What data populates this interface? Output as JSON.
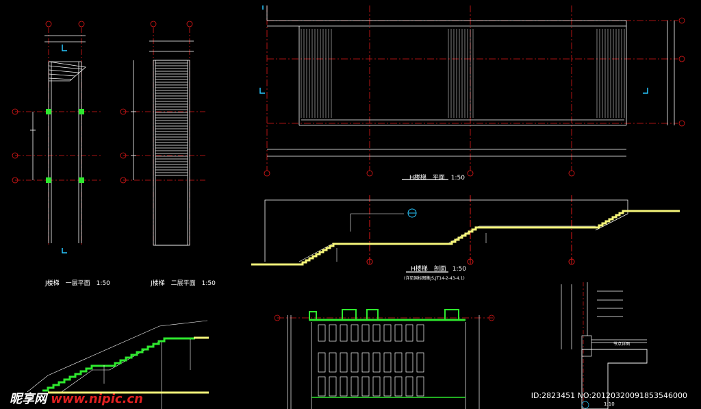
{
  "labels": {
    "plan_j1": "J楼梯　一层平面　1:50",
    "plan_j2": "J楼梯　二层平面　1:50",
    "plan_h": "H楼梯　平面　1:50",
    "section_h": "H楼梯　剖面　1:50",
    "section_note": "(详见国标图集JS,JT14-2-43-4.1)",
    "detail_scale": "1:10",
    "detail_title": "节点详图"
  },
  "watermark": {
    "logo": "昵享网",
    "url": "www.nipic.cn",
    "id_line": "ID:2823451 NO:20120320091853546000"
  },
  "colors": {
    "background": "#000000",
    "axis_red": "#e01818",
    "line_white": "#ffffff",
    "stair_yellow": "#f5f57a",
    "stair_green": "#2ee82e",
    "accent_cyan": "#28c8ff"
  }
}
